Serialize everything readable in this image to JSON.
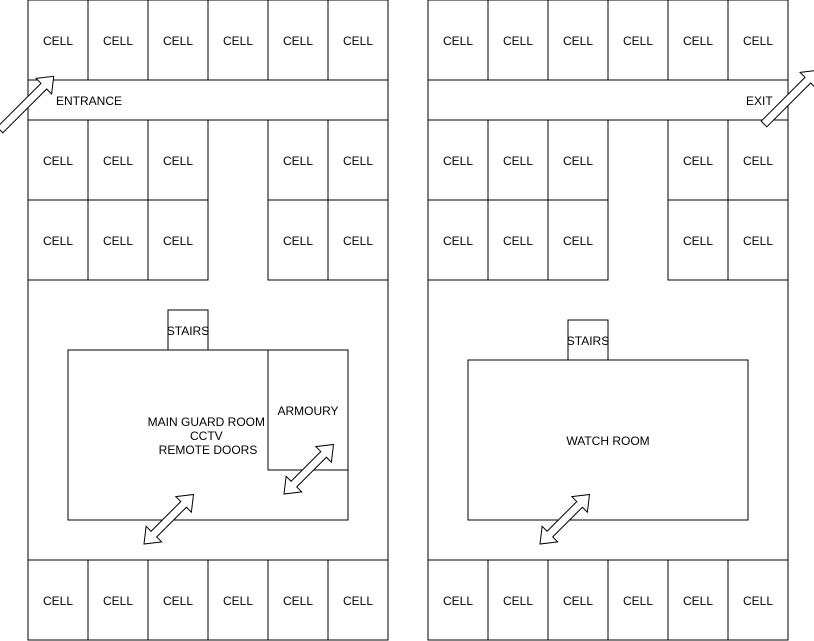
{
  "labels": {
    "cell": "CELL",
    "entrance": "ENTRANCE",
    "exit": "EXIT",
    "stairs": "STAIRS",
    "main_guard_room": [
      "MAIN GUARD ROOM",
      "CCTV",
      "REMOTE DOORS"
    ],
    "armoury": "ARMOURY",
    "watch_room": "WATCH ROOM"
  },
  "colors": {
    "line": "#000000",
    "fill": "#ffffff"
  },
  "icons": [
    "entrance-arrow-icon",
    "exit-arrow-icon",
    "double-arrow-icon"
  ]
}
